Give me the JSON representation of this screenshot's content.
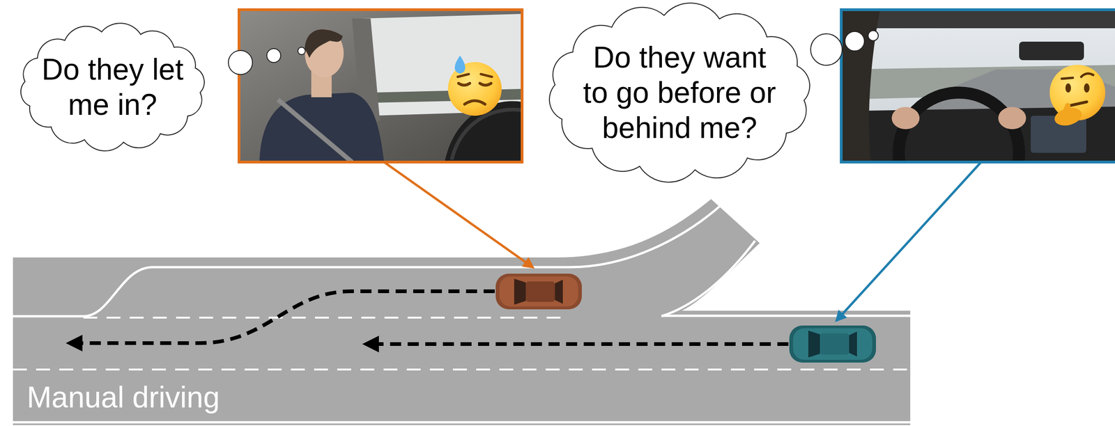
{
  "diagram": {
    "nodes": [
      {
        "text": [
          "Do they let me in?"
        ]
      },
      {
        "text": [
          "Do they want to go before or behind me?"
        ]
      },
      {
        "text": [
          "Manual driving"
        ]
      }
    ]
  }
}
